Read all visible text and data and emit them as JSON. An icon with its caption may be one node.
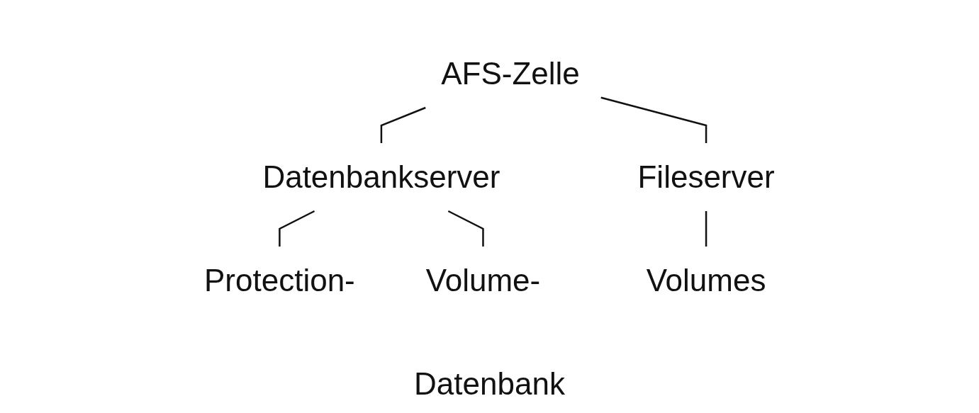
{
  "diagram": {
    "nodes": [
      {
        "text": [
          "AFS-Zelle"
        ]
      },
      {
        "text": [
          "Datenbankserver"
        ]
      },
      {
        "text": [
          "Fileserver"
        ]
      },
      {
        "text": [
          "Protection-"
        ]
      },
      {
        "text": [
          "Volume-"
        ]
      },
      {
        "text": [
          "Volumes"
        ]
      }
    ],
    "edges": [
      {
        "from": 0,
        "to": 1,
        "arrow": "none"
      },
      {
        "from": 0,
        "to": 2,
        "arrow": "none"
      },
      {
        "from": 1,
        "to": 3,
        "arrow": "none"
      },
      {
        "from": 1,
        "to": 4,
        "arrow": "none"
      },
      {
        "from": 2,
        "to": 5,
        "arrow": "none"
      }
    ],
    "labels": [
      "Datenbank"
    ]
  }
}
